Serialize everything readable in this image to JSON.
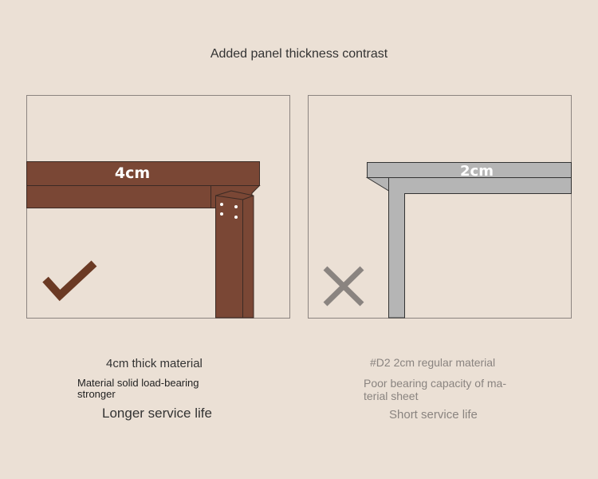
{
  "title": "Added panel thickness contrast",
  "left": {
    "label": "4cm",
    "heading": "4cm thick material",
    "desc": "Material solid load-bearing stronger",
    "life": "Longer service life",
    "icon": "check-icon",
    "color": "#7a4735"
  },
  "right": {
    "label": "2cm",
    "heading": "#D2 2cm regular material",
    "desc": "Poor bearing capacity of ma-terial sheet",
    "life": "Short service life",
    "icon": "cross-icon",
    "color": "#b5b5b5"
  }
}
